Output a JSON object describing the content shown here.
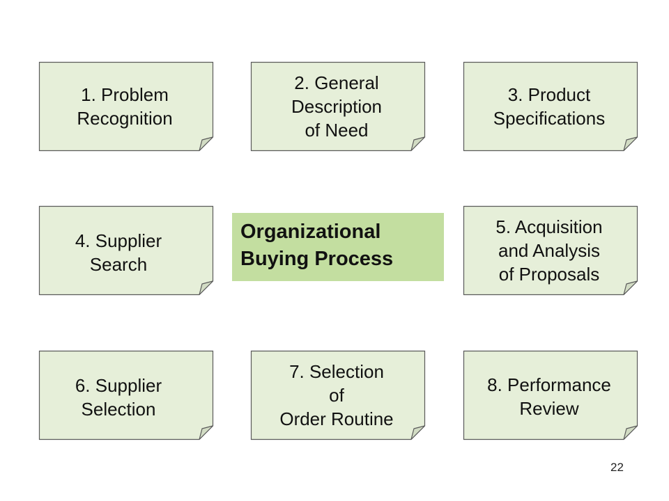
{
  "colors": {
    "card_fill": "#e6efd9",
    "card_stroke": "#5a5a5a",
    "fold_fill": "#d2dcc4",
    "title_fill": "#c3dea0",
    "text": "#111111"
  },
  "steps": [
    {
      "lines": [
        "1. Problem",
        "Recognition"
      ]
    },
    {
      "lines": [
        "2. General",
        "Description",
        "of Need"
      ]
    },
    {
      "lines": [
        "3. Product",
        "Specifications"
      ]
    },
    {
      "lines": [
        "4. Supplier",
        "Search"
      ]
    },
    {
      "lines": [
        "5. Acquisition",
        "and Analysis",
        "of Proposals"
      ]
    },
    {
      "lines": [
        "6. Supplier",
        "Selection"
      ]
    },
    {
      "lines": [
        "7. Selection",
        "of",
        "Order Routine"
      ]
    },
    {
      "lines": [
        "8. Performance",
        "Review"
      ]
    }
  ],
  "center": {
    "lines": [
      "Organizational",
      "Buying Process"
    ]
  },
  "page_number": "22"
}
